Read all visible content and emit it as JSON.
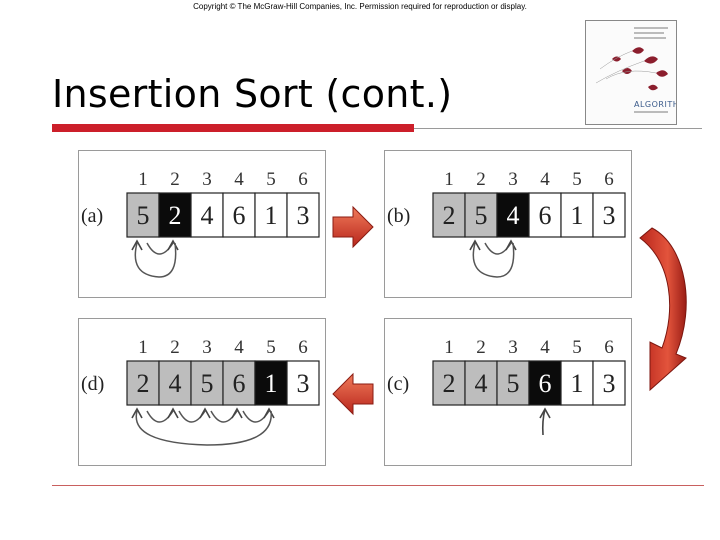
{
  "header": {
    "copyright": "Copyright © The McGraw-Hill Companies, Inc. Permission required for reproduction or display.",
    "title": "Insertion Sort (cont.)"
  },
  "book_cover": {
    "title": "ALGORITHMS"
  },
  "colors": {
    "accent_red": "#cc1f2a",
    "arrow_red": "#d9372a",
    "cell_gray": "#bdbdbd",
    "cell_black": "#0b0b0b"
  },
  "panels": [
    {
      "id": "a",
      "tag": "(a)",
      "indices": [
        "1",
        "2",
        "3",
        "4",
        "5",
        "6"
      ],
      "values": [
        "5",
        "2",
        "4",
        "6",
        "1",
        "3"
      ],
      "shades": [
        "gray",
        "black",
        "white",
        "white",
        "white",
        "white"
      ]
    },
    {
      "id": "b",
      "tag": "(b)",
      "indices": [
        "1",
        "2",
        "3",
        "4",
        "5",
        "6"
      ],
      "values": [
        "2",
        "5",
        "4",
        "6",
        "1",
        "3"
      ],
      "shades": [
        "gray",
        "gray",
        "black",
        "white",
        "white",
        "white"
      ]
    },
    {
      "id": "c",
      "tag": "(c)",
      "indices": [
        "1",
        "2",
        "3",
        "4",
        "5",
        "6"
      ],
      "values": [
        "2",
        "4",
        "5",
        "6",
        "1",
        "3"
      ],
      "shades": [
        "gray",
        "gray",
        "gray",
        "black",
        "white",
        "white"
      ]
    },
    {
      "id": "d",
      "tag": "(d)",
      "indices": [
        "1",
        "2",
        "3",
        "4",
        "5",
        "6"
      ],
      "values": [
        "2",
        "4",
        "5",
        "6",
        "1",
        "3"
      ],
      "shades": [
        "gray",
        "gray",
        "gray",
        "gray",
        "black",
        "white"
      ]
    }
  ]
}
